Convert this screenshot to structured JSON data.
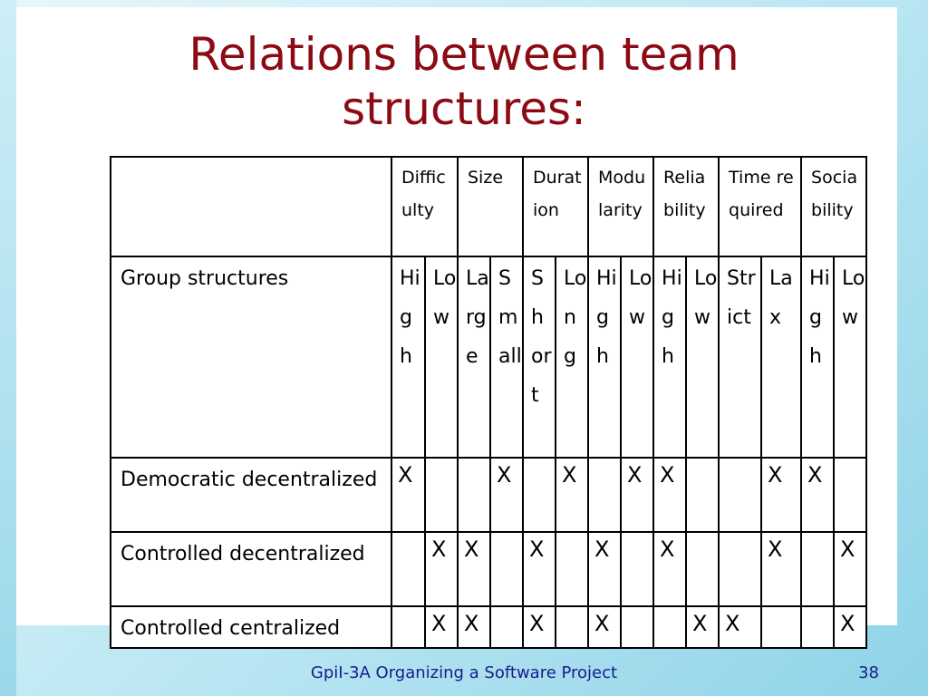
{
  "title": {
    "line1": "Relations between team",
    "line2": "structures:"
  },
  "table": {
    "categories": [
      "Difficulty",
      "Size",
      "Duration",
      "Modularity",
      "Reliability",
      "Time required",
      "Sociability"
    ],
    "group_label": "Group structures",
    "sub_headers": [
      "High",
      "Low",
      "Large",
      "Small",
      "Short",
      "Long",
      "High",
      "Low",
      "High",
      "Low",
      "Strict",
      "Lax",
      "High",
      "Low"
    ],
    "rows": [
      {
        "label": "Democratic decentralized",
        "marks": [
          "X",
          "",
          "",
          "X",
          "",
          "X",
          "",
          "X",
          "X",
          "",
          "",
          "X",
          "X",
          ""
        ]
      },
      {
        "label": "Controlled decentralized",
        "marks": [
          "",
          "X",
          "X",
          "",
          "X",
          "",
          "X",
          "",
          "X",
          "",
          "",
          "X",
          "",
          "X"
        ]
      },
      {
        "label": "Controlled centralized",
        "marks": [
          "",
          "X",
          "X",
          "",
          "X",
          "",
          "X",
          "",
          "",
          "X",
          "X",
          "",
          "",
          "X"
        ]
      }
    ]
  },
  "footer": {
    "text": "GpiI-3A Organizing a Software Project",
    "page": "38"
  }
}
